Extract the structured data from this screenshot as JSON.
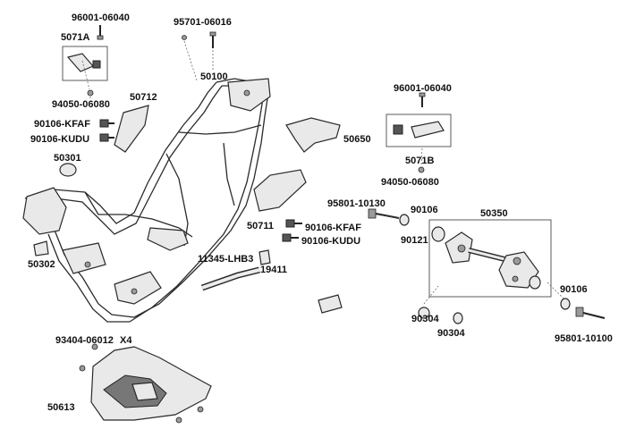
{
  "labels": {
    "p96001_06040_a": "96001-06040",
    "p5071A": "5071A",
    "p94050_06080_a": "94050-06080",
    "p90106_KFAF_a": "90106-KFAF",
    "p90106_KUDU_a": "90106-KUDU",
    "p50712": "50712",
    "p50301": "50301",
    "p50302": "50302",
    "p95701_06016": "95701-06016",
    "p50100": "50100",
    "p50650": "50650",
    "p96001_06040_b": "96001-06040",
    "p5071B": "5071B",
    "p94050_06080_b": "94050-06080",
    "p50711": "50711",
    "p90106_KFAF_b": "90106-KFAF",
    "p90106_KUDU_b": "90106-KUDU",
    "p95801_10130": "95801-10130",
    "p90106_a": "90106",
    "p90121": "90121",
    "p50350": "50350",
    "p11345_LHB3": "11345-LHB3",
    "p19411": "19411",
    "p90304_a": "90304",
    "p90304_b": "90304",
    "p90106_b": "90106",
    "p95801_10100": "95801-10100",
    "p93404_06012": "93404-06012",
    "qty_x4": "X4",
    "p50613": "50613"
  }
}
